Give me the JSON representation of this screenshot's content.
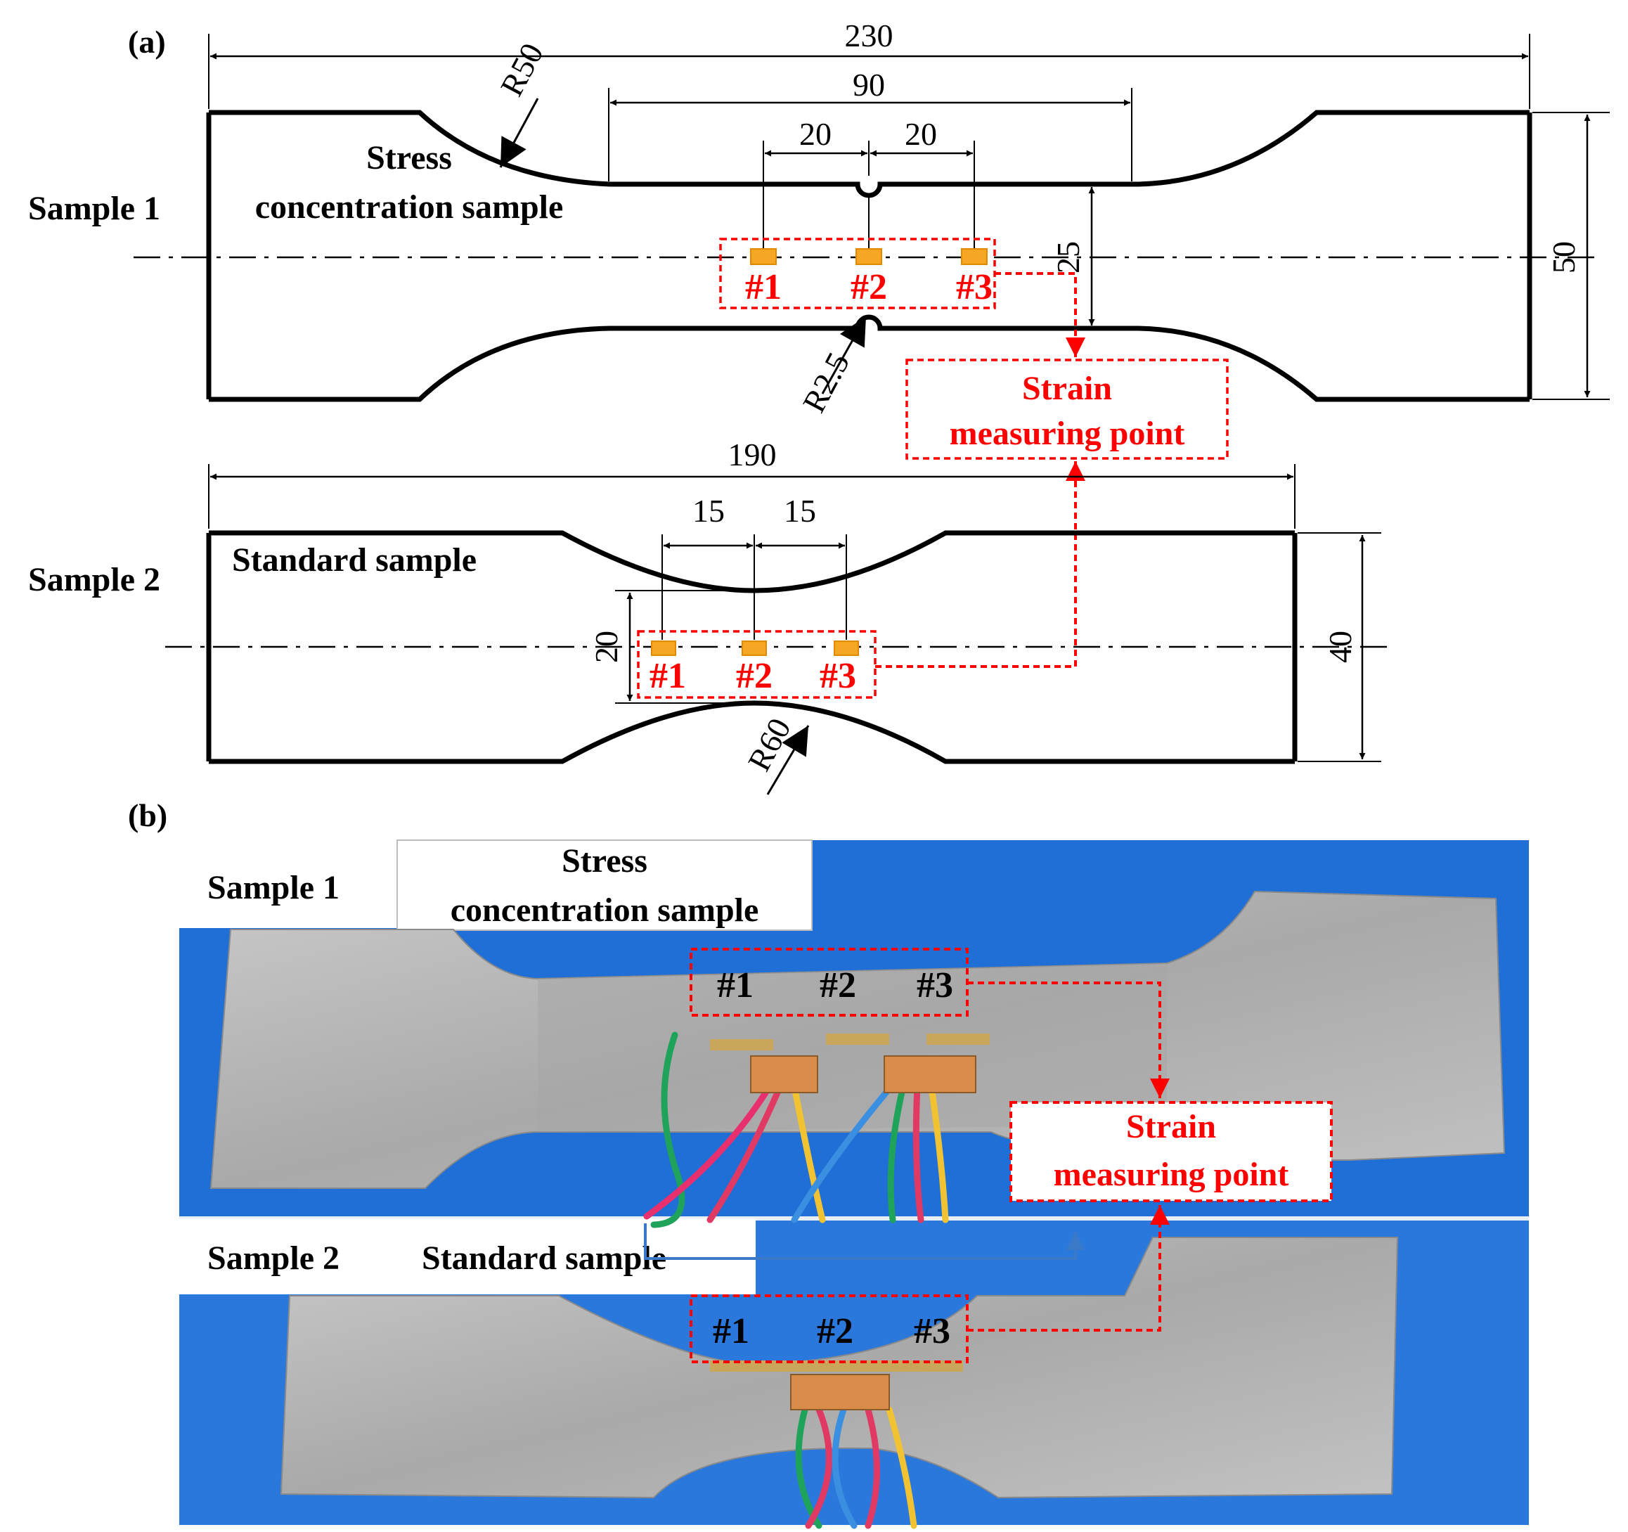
{
  "panel_a": {
    "label": "(a)",
    "sample1": {
      "row_label": "Sample 1",
      "name_line1": "Stress",
      "name_line2": "concentration sample",
      "dim_total": "230",
      "dim_gauge": "90",
      "dim_left": "20",
      "dim_right": "20",
      "dim_width": "50",
      "dim_neck": "25",
      "radius_fillet": "R50",
      "radius_notch": "R2.5",
      "gauges": [
        "#1",
        "#2",
        "#3"
      ]
    },
    "sample2": {
      "row_label": "Sample 2",
      "name": "Standard sample",
      "dim_total": "190",
      "dim_left": "15",
      "dim_right": "15",
      "dim_width": "40",
      "dim_neck": "20",
      "radius_fillet": "R60",
      "gauges": [
        "#1",
        "#2",
        "#3"
      ]
    },
    "callout_line1": "Strain",
    "callout_line2": "measuring point"
  },
  "panel_b": {
    "label": "(b)",
    "sample1_label": "Sample 1",
    "sample1_name_line1": "Stress",
    "sample1_name_line2": "concentration sample",
    "sample2_label": "Sample 2",
    "sample2_name": "Standard sample",
    "gauges_top": [
      "#1",
      "#2",
      "#3"
    ],
    "gauges_bottom": [
      "#1",
      "#2",
      "#3"
    ],
    "callout_line1": "Strain",
    "callout_line2": "measuring point"
  },
  "colors": {
    "outline": "#000000",
    "callout_red": "#ff0000",
    "gauge_orange": "#f5a623",
    "photo_background_blue": "#1f6fd6",
    "metal_gray": "#b4b4b4",
    "connector_blue": "#3a78c8"
  }
}
